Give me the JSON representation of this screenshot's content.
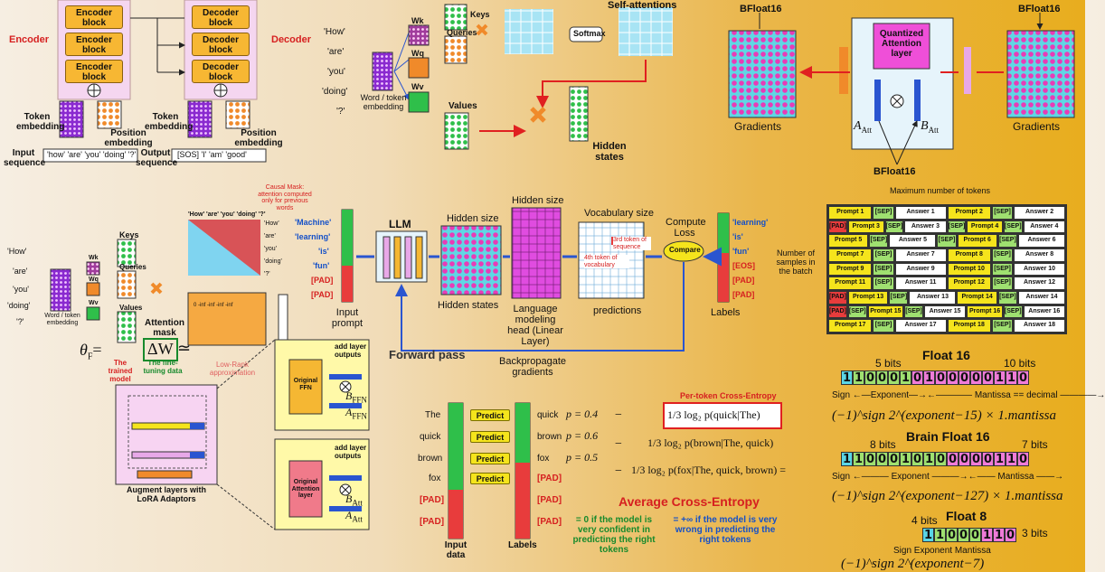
{
  "encdec": {
    "encoder_label": "Encoder",
    "decoder_label": "Decoder",
    "encoder_block": "Encoder block",
    "decoder_block": "Decoder block",
    "token_embedding": "Token embedding",
    "position_embedding": "Position embedding",
    "input_sequence": "Input sequence",
    "input_tokens": "'how'  'are'  'you' 'doing'  '?'",
    "output_sequence": "Output sequence",
    "output_tokens": "[SOS]   'I'   'am'   'good'"
  },
  "selfattn": {
    "words": [
      "'How'",
      "'are'",
      "'you'",
      "'doing'",
      "'?'"
    ],
    "embedding": "Word / token embedding",
    "wk": "Wk",
    "wq": "Wq",
    "wv": "Wv",
    "keys": "Keys",
    "queries": "Queries",
    "values": "Values",
    "title": "Self-attentions",
    "softmax": "Softmax",
    "hidden": "Hidden states"
  },
  "quant": {
    "bf16_left": "BFloat16",
    "bf16_right": "BFloat16",
    "bf16_bottom": "BFloat16",
    "layer": "Quantized Attention layer",
    "grad_left": "Gradients",
    "grad_right": "Gradients",
    "a_att": "A",
    "a_sub": "Att",
    "b_att": "B",
    "b_sub": "Att"
  },
  "lora": {
    "words": [
      "'How'",
      "'are'",
      "'you'",
      "'doing'",
      "'?'"
    ],
    "embedding": "Word / token embedding",
    "wk": "Wk",
    "wq": "Wq",
    "wv": "Wv",
    "keys": "Keys",
    "queries": "Queries",
    "values": "Values",
    "causal": "Causal Mask: attention computed only for previous words",
    "mask_cols": "'How' 'are' 'you' 'doing' '?'",
    "mask_rows": [
      "'How'",
      "'are'",
      "'you'",
      "'doing'",
      "'?'"
    ],
    "attention_mask": "Attention mask",
    "theta": "θ",
    "theta_sub": "F",
    "eq": "= ",
    "delta": "ΔW",
    "approx": "≃",
    "trained": "The trained model",
    "finetune": "The fine-tuning data",
    "lowrank": "Low-Rank approximation",
    "augment": "Augment layers with LoRA Adaptors",
    "ffn": "Original FFN",
    "attn_layer": "Original Attention layer",
    "add_outputs_1": "add layer outputs",
    "add_outputs_2": "add layer outputs",
    "b_ffn": "B",
    "b_ffn_sub": "FFN",
    "a_ffn": "A",
    "a_ffn_sub": "FFN",
    "b_att": "B",
    "b_att_sub": "Att",
    "a_att": "A",
    "a_att_sub": "Att",
    "mask_vals": [
      "0",
      "-inf",
      "-inf",
      "-inf",
      "-inf"
    ]
  },
  "llm": {
    "input_tokens": [
      "'Machine'",
      "'learning'",
      "'is'",
      "'fun'",
      "[PAD]",
      "[PAD]"
    ],
    "input_prompt": "Input prompt",
    "llm": "LLM",
    "hidden_size_1": "Hidden size",
    "hidden_states": "Hidden states",
    "hidden_size_2": "Hidden size",
    "lm_head": "Language modeling head (Linear Layer)",
    "vocab_size": "Vocabulary size",
    "tok3": "3rd token of sequence",
    "tok4": "4th token of vocabulary",
    "predictions": "predictions",
    "compute_loss": "Compute Loss",
    "compare": "Compare",
    "label_tokens": [
      "'learning'",
      "'is'",
      "'fun'",
      "[EOS]",
      "[PAD]",
      "[PAD]"
    ],
    "labels": "Labels",
    "forward": "Forward pass",
    "backprop": "Backpropagate gradients"
  },
  "batch": {
    "max_tokens": "Maximum number of tokens",
    "num_samples": "Number of samples in the batch",
    "rows": [
      [
        "Prompt 1",
        "[SEP]",
        "Answer 1",
        "Prompt 2",
        "[SEP]",
        "Answer 2"
      ],
      [
        "[PAD]",
        "Prompt 3",
        "[SEP]",
        "Answer 3",
        "[SEP]",
        "Prompt 4",
        "[SEP]",
        "Answer 4"
      ],
      [
        "Prompt 5",
        "[SEP]",
        "Answer 5",
        "[SEP]",
        "Prompt 6",
        "[SEP]",
        "Answer 6"
      ],
      [
        "Prompt 7",
        "[SEP]",
        "Answer 7",
        "Prompt 8",
        "[SEP]",
        "Answer 8"
      ],
      [
        "Prompt 9",
        "[SEP]",
        "Answer 9",
        "Prompt 10",
        "[SEP]",
        "Answer 10"
      ],
      [
        "Prompt 11",
        "[SEP]",
        "Answer 11",
        "Prompt 12",
        "[SEP]",
        "Answer 12"
      ],
      [
        "[PAD]",
        "Prompt 13",
        "[SEP]",
        "Answer 13",
        "Prompt 14",
        "[SEP]",
        "Answer 14"
      ],
      [
        "[PAD]",
        "[SEP]",
        "Prompt 15",
        "[SEP]",
        "Answer 15",
        "Prompt 16",
        "[SEP]",
        "Answer 16"
      ],
      [
        "Prompt 17",
        "[SEP]",
        "Answer 17",
        "Prompt 18",
        "[SEP]",
        "Answer 18"
      ]
    ]
  },
  "ce": {
    "words": [
      "The",
      "quick",
      "brown",
      "fox",
      "[PAD]",
      "[PAD]"
    ],
    "predict": "Predict",
    "labels_col": [
      "quick",
      "brown",
      "fox",
      "[PAD]",
      "[PAD]",
      "[PAD]"
    ],
    "p_quick": "p = 0.4",
    "p_brown": "p = 0.6",
    "p_fox": "p = 0.5",
    "minus": "−",
    "per_token": "Per-token Cross-Entropy",
    "term1": "log₂ p(quick|The)",
    "term2": "log₂ p(brown|The, quick)",
    "term3": "log₂ p(fox|The, quick, brown) =",
    "third": "1/3",
    "avg": "Average Cross-Entropy",
    "conf": "= 0 if the model is very confident in predicting the right tokens",
    "wrong": "= +∞ if the model is very wrong in predicting the right tokens",
    "input_data": "Input data",
    "labels": "Labels"
  },
  "floats": {
    "f16_title": "Float 16",
    "f16_exp_bits": "5 bits",
    "f16_man_bits": "10 bits",
    "f16_bits": [
      "1",
      "1",
      "0",
      "0",
      "0",
      "1",
      "0",
      "1",
      "0",
      "0",
      "0",
      "0",
      "0",
      "1",
      "1",
      "0"
    ],
    "f16_axis": "Sign ←—Exponent—→←———— Mantissa == decimal ————→",
    "f16_formula": "(−1)^sign 2^(exponent−15) × 1.mantissa",
    "bf16_title": "Brain Float 16",
    "bf16_exp_bits": "8 bits",
    "bf16_man_bits": "7 bits",
    "bf16_bits": [
      "1",
      "1",
      "0",
      "0",
      "0",
      "1",
      "0",
      "1",
      "0",
      "0",
      "0",
      "0",
      "0",
      "1",
      "1",
      "0"
    ],
    "bf16_axis": "Sign ←——— Exponent ———→←—— Mantissa ——→",
    "bf16_formula": "(−1)^sign 2^(exponent−127) × 1.mantissa",
    "f8_title": "Float 8",
    "f8_exp_bits": "4 bits",
    "f8_man_bits": "3 bits",
    "f8_bits": [
      "1",
      "1",
      "0",
      "0",
      "0",
      "1",
      "1",
      "0"
    ],
    "f8_axis": "Sign   Exponent   Mantissa",
    "f8_formula": "(−1)^sign 2^(exponent−7)"
  }
}
